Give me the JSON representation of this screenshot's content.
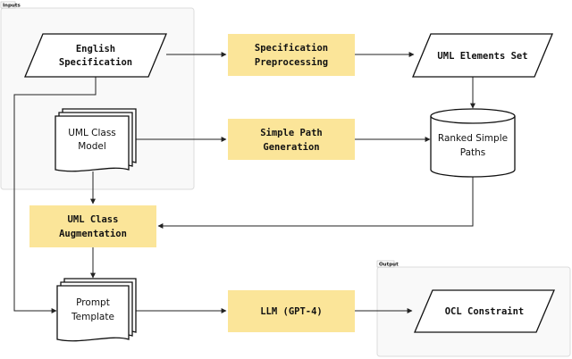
{
  "groups": {
    "inputs": "Inputs",
    "output": "Output"
  },
  "nodes": {
    "english_spec": [
      "English",
      "Specification"
    ],
    "spec_preprocessing": [
      "Specification",
      "Preprocessing"
    ],
    "uml_elements": "UML Elements Set",
    "uml_class_model": [
      "UML Class",
      "Model"
    ],
    "simple_path_generation": [
      "Simple Path",
      "Generation"
    ],
    "ranked_simple_paths": [
      "Ranked Simple",
      "Paths"
    ],
    "uml_class_augmentation": [
      "UML Class",
      "Augmentation"
    ],
    "prompt_template": [
      "Prompt",
      "Template"
    ],
    "llm": "LLM (GPT-4)",
    "ocl_constraint": "OCL Constraint"
  },
  "colors": {
    "process_fill": "#fbe599",
    "group_fill": "#f9f9f9",
    "stroke": "#111111"
  }
}
